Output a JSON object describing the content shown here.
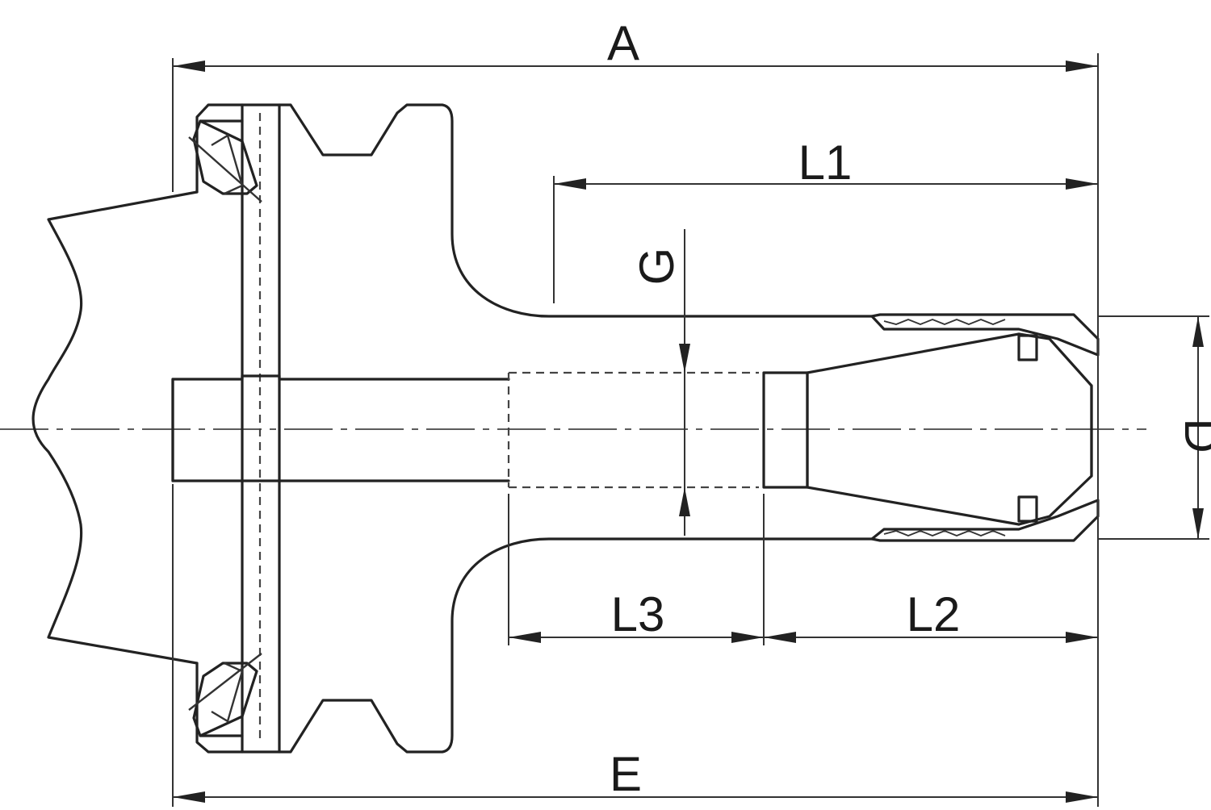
{
  "diagram": {
    "labels": {
      "A": "A",
      "L1": "L1",
      "G": "G",
      "D": "D",
      "L3": "L3",
      "L2": "L2",
      "E": "E"
    },
    "colors": {
      "line": "#222222",
      "background": "#ffffff"
    }
  }
}
